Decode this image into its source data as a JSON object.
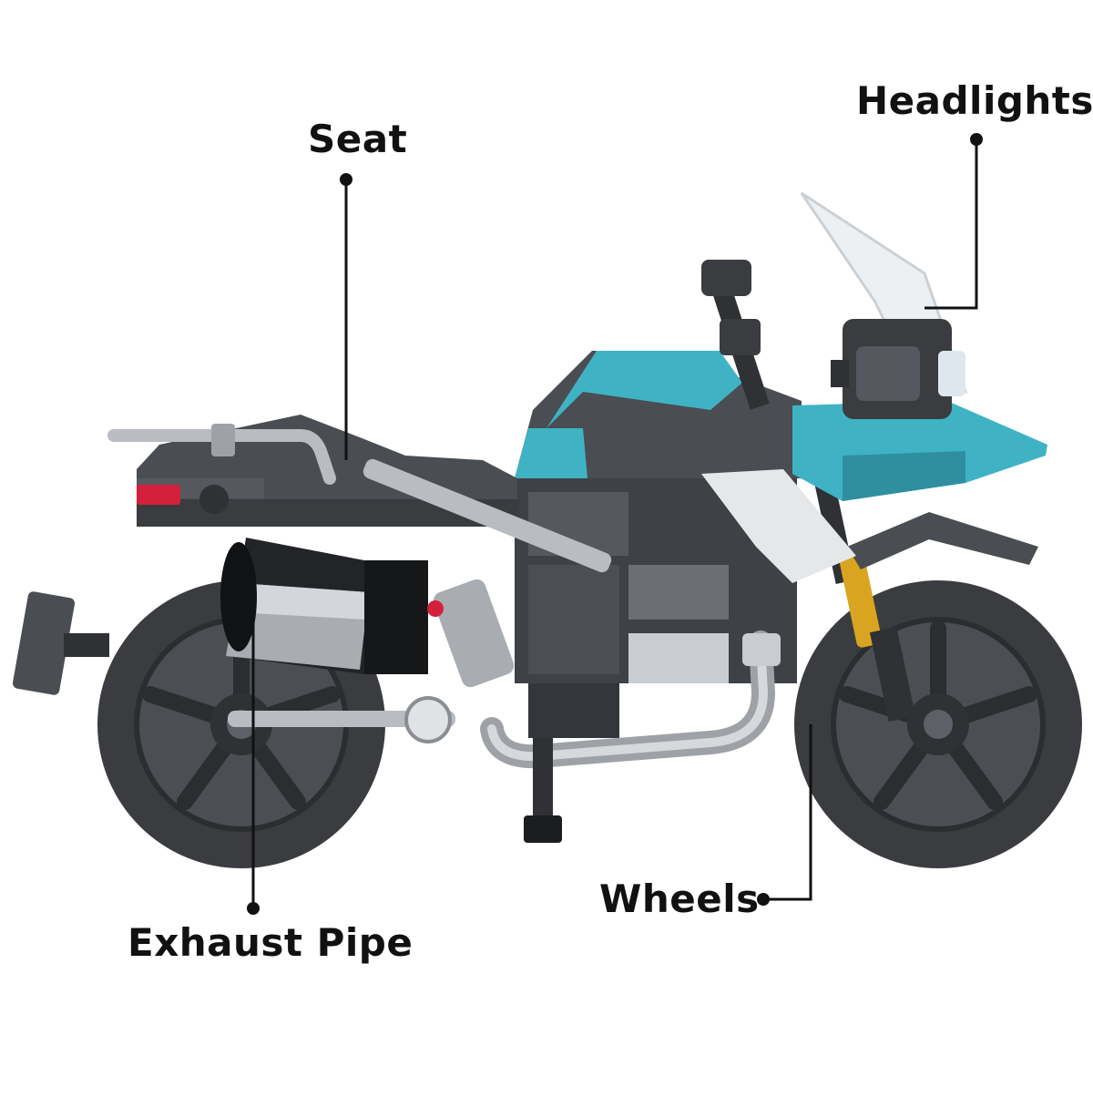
{
  "labels": {
    "seat": "Seat",
    "headlights": "Headlights",
    "exhaust_pipe": "Exhaust Pipe",
    "wheels": "Wheels"
  },
  "colors": {
    "accent_teal": "#3fb3c4",
    "body_dark": "#4a4d52",
    "tire": "#3a3c40",
    "chrome": "#b9bdc2",
    "fork_gold": "#d9a520",
    "tail_light": "#d4213b",
    "leader_line": "#111111"
  }
}
